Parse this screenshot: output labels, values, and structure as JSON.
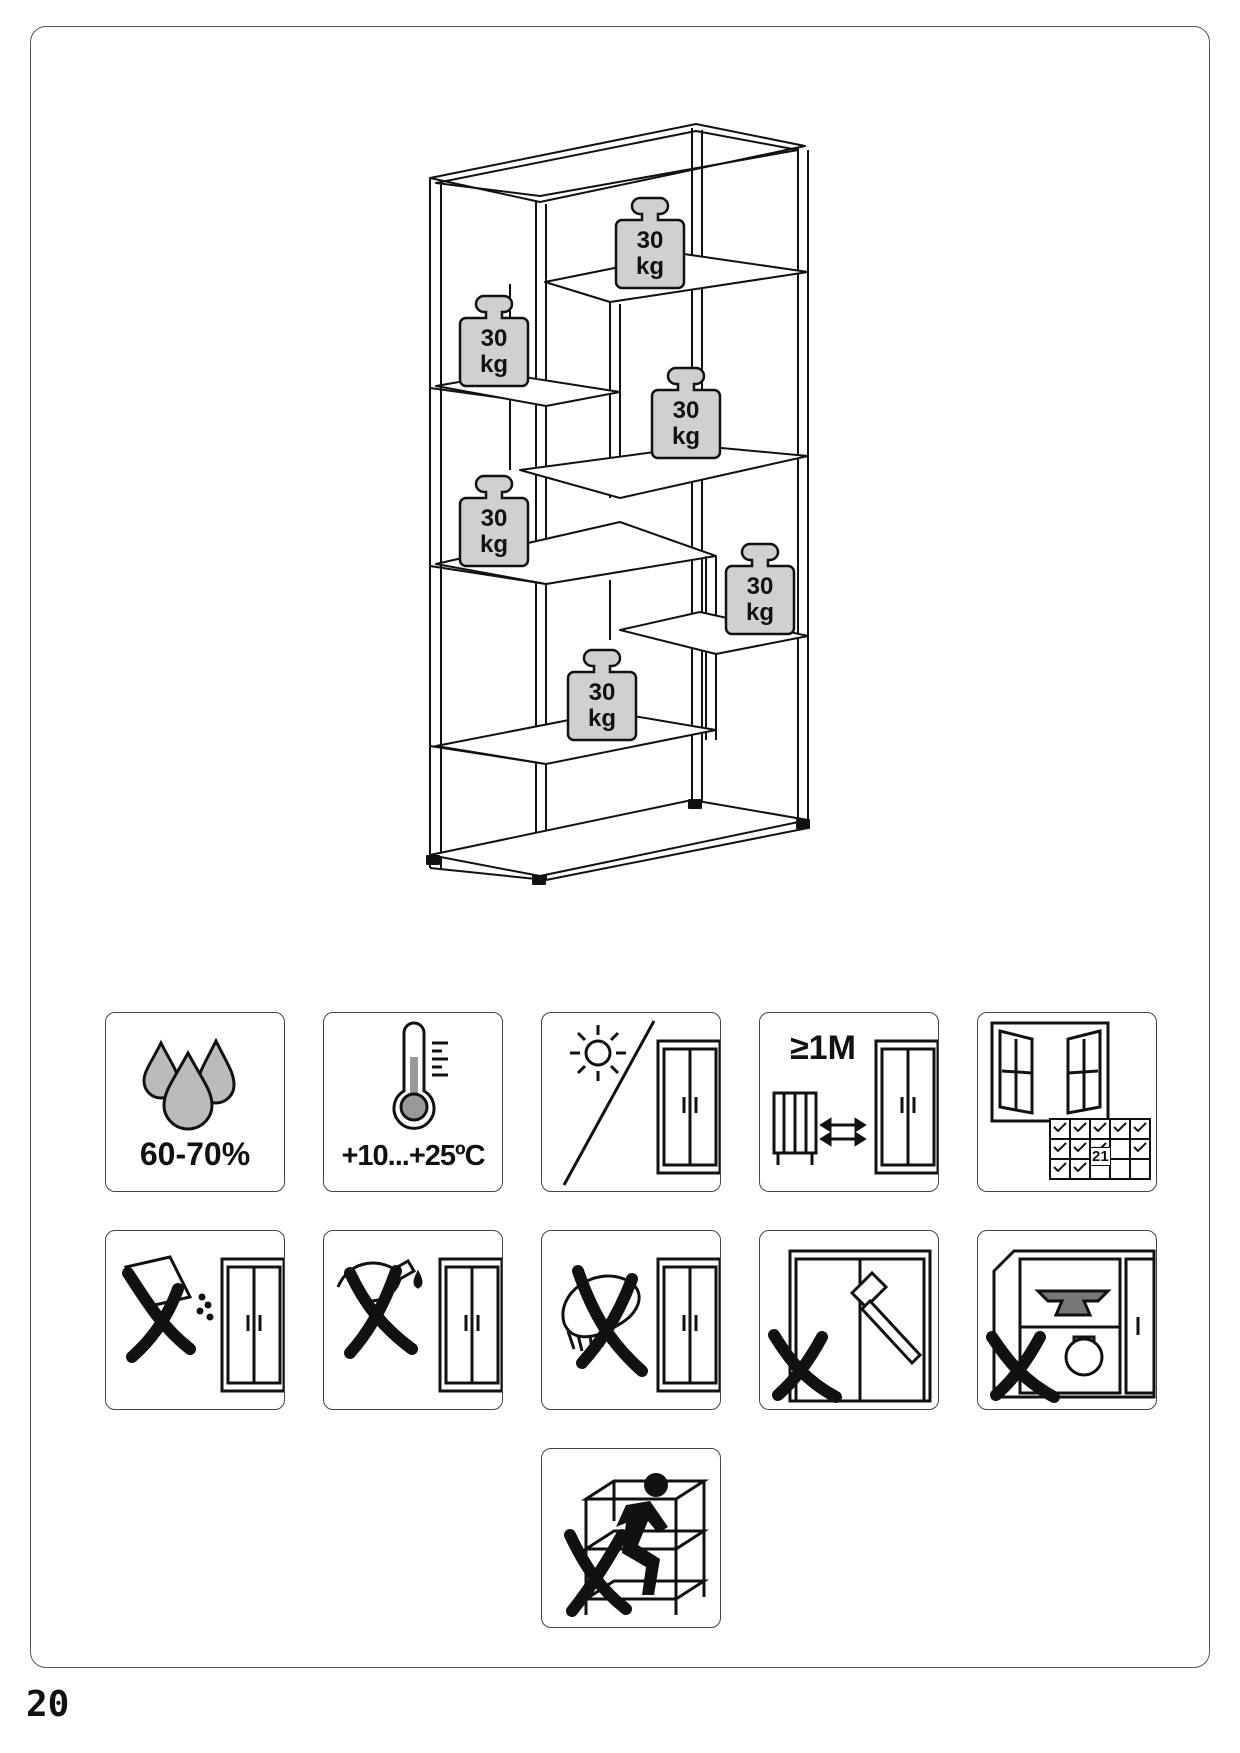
{
  "shelf_load": {
    "value": "30",
    "unit": "kg",
    "count": 6
  },
  "care_icons": {
    "humidity": {
      "label": "60-70%",
      "icon": "water-drops-icon"
    },
    "temperature": {
      "label": "+10...+25ºC",
      "icon": "thermometer-icon"
    },
    "sunlight": {
      "icon": "sun-icon"
    },
    "heater_distance": {
      "label": "≥1M",
      "icon": "radiator-icon"
    },
    "ventilation": {
      "day": "21",
      "icon": "open-window-icon"
    }
  },
  "prohibited_icons": [
    "no-abrasive-cleaner-icon",
    "no-solvent-spray-icon",
    "no-brush-scrub-icon",
    "no-hammer-icon",
    "no-heavy-load-icon",
    "no-climbing-icon"
  ],
  "page_number": "20"
}
